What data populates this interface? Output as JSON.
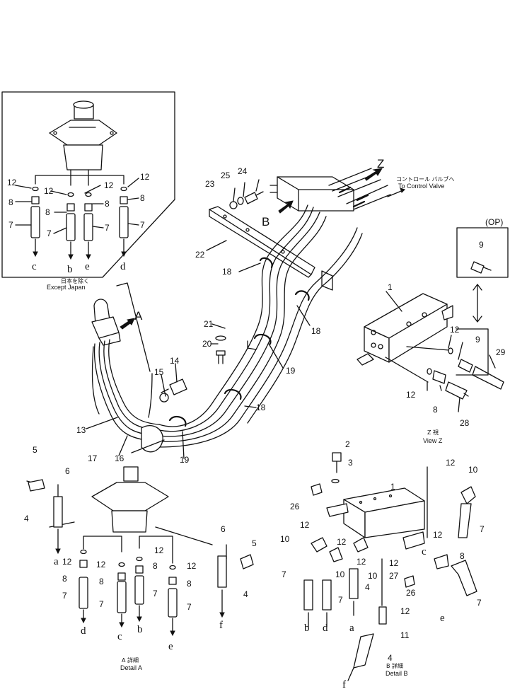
{
  "labels": {
    "z_view_letter": "Z",
    "b_view_letter": "B",
    "a_view_letter": "A",
    "control_valve_ja": "コントロール バルブへ",
    "control_valve_en": "To Control Valve",
    "op_label": "(OP)",
    "except_japan_ja": "日本を除く",
    "except_japan_en": "Except Japan",
    "view_z_ja": "Z 視",
    "view_z_en": "View Z",
    "detail_a_ja": "A 詳細",
    "detail_a_en": "Detail A",
    "detail_b_ja": "B 詳細",
    "detail_b_en": "Detail B"
  },
  "part_numbers": {
    "n1": "1",
    "n2": "2",
    "n3": "3",
    "n4": "4",
    "n5": "5",
    "n6": "6",
    "n7": "7",
    "n8": "8",
    "n9": "9",
    "n10": "10",
    "n11": "11",
    "n12": "12",
    "n13": "13",
    "n14": "14",
    "n15": "15",
    "n16": "16",
    "n17": "17",
    "n18": "18",
    "n19": "19",
    "n20": "20",
    "n21": "21",
    "n22": "22",
    "n23": "23",
    "n24": "24",
    "n25": "25",
    "n26": "26",
    "n27": "27",
    "n28": "28",
    "n29": "29"
  },
  "port_letters": {
    "a": "a",
    "b": "b",
    "c": "c",
    "d": "d",
    "e": "e",
    "f": "f"
  }
}
